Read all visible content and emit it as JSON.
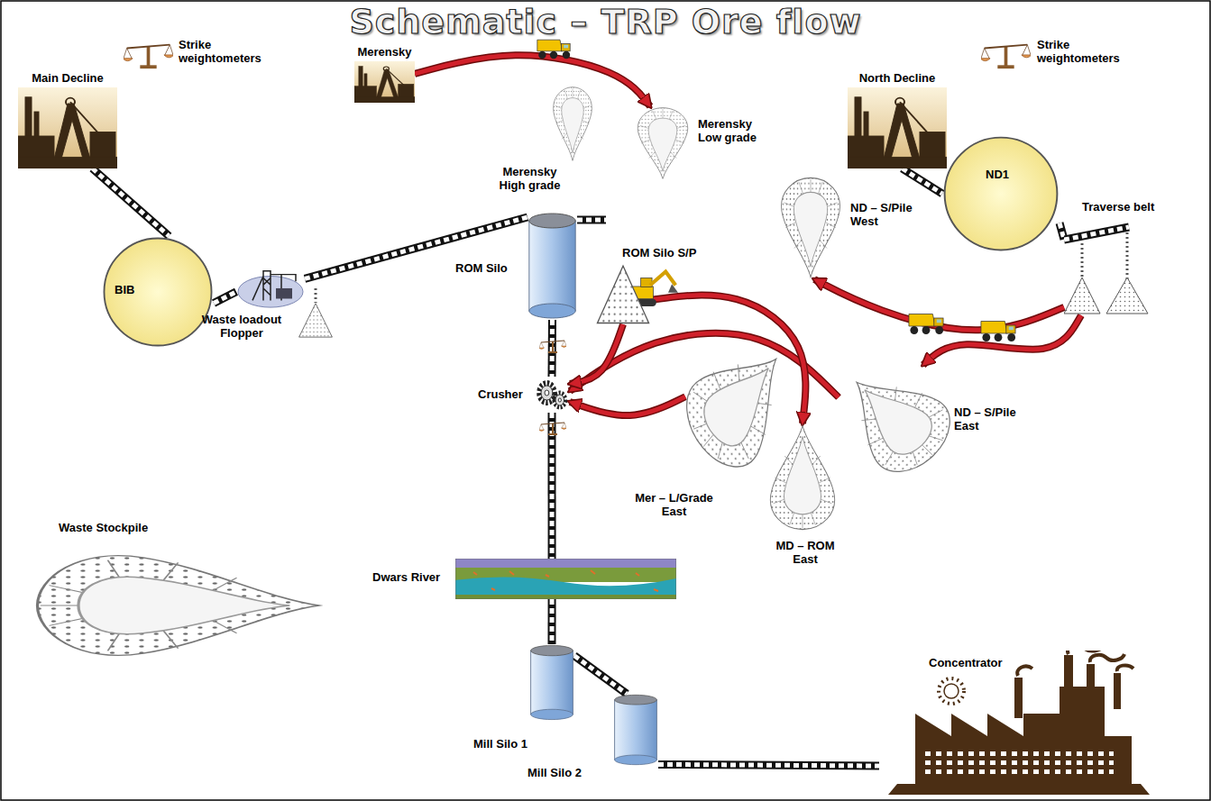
{
  "diagram": {
    "title": "Schematic – TRP Ore flow",
    "nodes": [
      {
        "text": [
          "Main Decline"
        ]
      },
      {
        "text": [
          "Merensky"
        ]
      },
      {
        "text": [
          "North Decline"
        ]
      },
      {
        "text": [
          "BIB"
        ]
      },
      {
        "text": [
          "ND1"
        ]
      },
      {
        "text": [
          "Waste loadout Flopper"
        ]
      },
      {
        "text": [
          "ROM Silo"
        ]
      },
      {
        "text": [
          "ROM Silo S/P"
        ]
      },
      {
        "text": [
          "Traverse belt"
        ]
      },
      {
        "text": [
          "Merensky High grade"
        ]
      },
      {
        "text": [
          "Merensky Low grade"
        ]
      },
      {
        "text": [
          "ND – S/Pile West"
        ]
      },
      {
        "text": [
          "Crusher"
        ]
      },
      {
        "text": [
          "ND – S/Pile East"
        ]
      },
      {
        "text": [
          "Mer – L/Grade East"
        ]
      },
      {
        "text": [
          "MD – ROM East"
        ]
      },
      {
        "text": [
          "Waste Stockpile"
        ]
      },
      {
        "text": [
          "Dwars River"
        ]
      },
      {
        "text": [
          "Mill Silo 1"
        ]
      },
      {
        "text": [
          "Mill Silo 2"
        ]
      },
      {
        "text": [
          "Concentrator"
        ]
      }
    ],
    "edges": [
      {
        "from": 0,
        "to": 3,
        "arrow": "none"
      },
      {
        "from": 3,
        "to": 5,
        "arrow": "none"
      },
      {
        "from": 5,
        "to": 6,
        "arrow": "none"
      },
      {
        "from": 6,
        "to": 12,
        "arrow": "none"
      },
      {
        "from": 12,
        "to": 17,
        "arrow": "none"
      },
      {
        "from": 17,
        "to": 18,
        "arrow": "none"
      },
      {
        "from": 18,
        "to": 19,
        "arrow": "none"
      },
      {
        "from": 19,
        "to": 20,
        "arrow": "none"
      },
      {
        "from": 2,
        "to": 4,
        "arrow": "none"
      },
      {
        "from": 4,
        "to": 8,
        "arrow": "none"
      },
      {
        "from": 1,
        "to": 10,
        "arrow": "to"
      },
      {
        "from": 8,
        "to": 11,
        "arrow": "to"
      },
      {
        "from": 8,
        "to": 13,
        "arrow": "to"
      },
      {
        "from": 13,
        "to": 12,
        "arrow": "to"
      },
      {
        "from": 14,
        "to": 12,
        "arrow": "to"
      },
      {
        "from": 7,
        "to": 12,
        "arrow": "to"
      },
      {
        "from": 7,
        "to": 15,
        "arrow": "to"
      }
    ],
    "labels": [
      "Strike weightometers",
      "Strike weightometers"
    ]
  }
}
